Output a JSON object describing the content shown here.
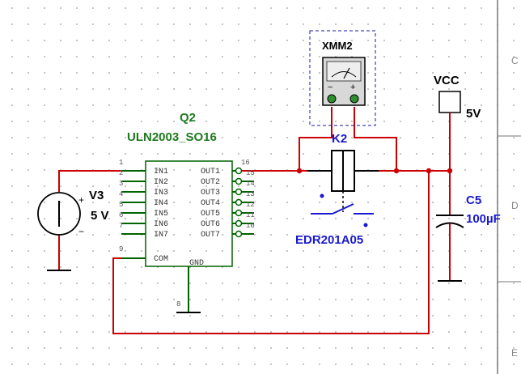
{
  "theme": {
    "wire_color": "#cc0000",
    "ic_color": "#006400",
    "label_blue": "#1a1acc",
    "label_green": "#1e7a1e"
  },
  "ic": {
    "refdes": "Q2",
    "part": "ULN2003_SO16",
    "inputs": [
      "IN1",
      "IN2",
      "IN3",
      "IN4",
      "IN5",
      "IN6",
      "IN7"
    ],
    "outputs": [
      "OUT1",
      "OUT2",
      "OUT3",
      "OUT4",
      "OUT5",
      "OUT6",
      "OUT7"
    ],
    "com_label": "COM",
    "gnd_label": "GND",
    "pin_left": [
      "1",
      "2",
      "3",
      "4",
      "5",
      "6",
      "7"
    ],
    "pin_right": [
      "16",
      "15",
      "14",
      "13",
      "12",
      "11",
      "10"
    ],
    "pin_com": "9",
    "pin_gnd": "8"
  },
  "source": {
    "name": "V3",
    "value": "5 V",
    "plus": "+",
    "minus": "−"
  },
  "relay": {
    "name": "K2",
    "part": "EDR201A05"
  },
  "meter": {
    "name": "XMM2",
    "minus": "−",
    "plus": "+"
  },
  "supply": {
    "name": "VCC",
    "value": "5V"
  },
  "capacitor": {
    "name": "C5",
    "value": "100µF"
  },
  "border": {
    "letters": [
      "C",
      "D",
      "E"
    ]
  }
}
